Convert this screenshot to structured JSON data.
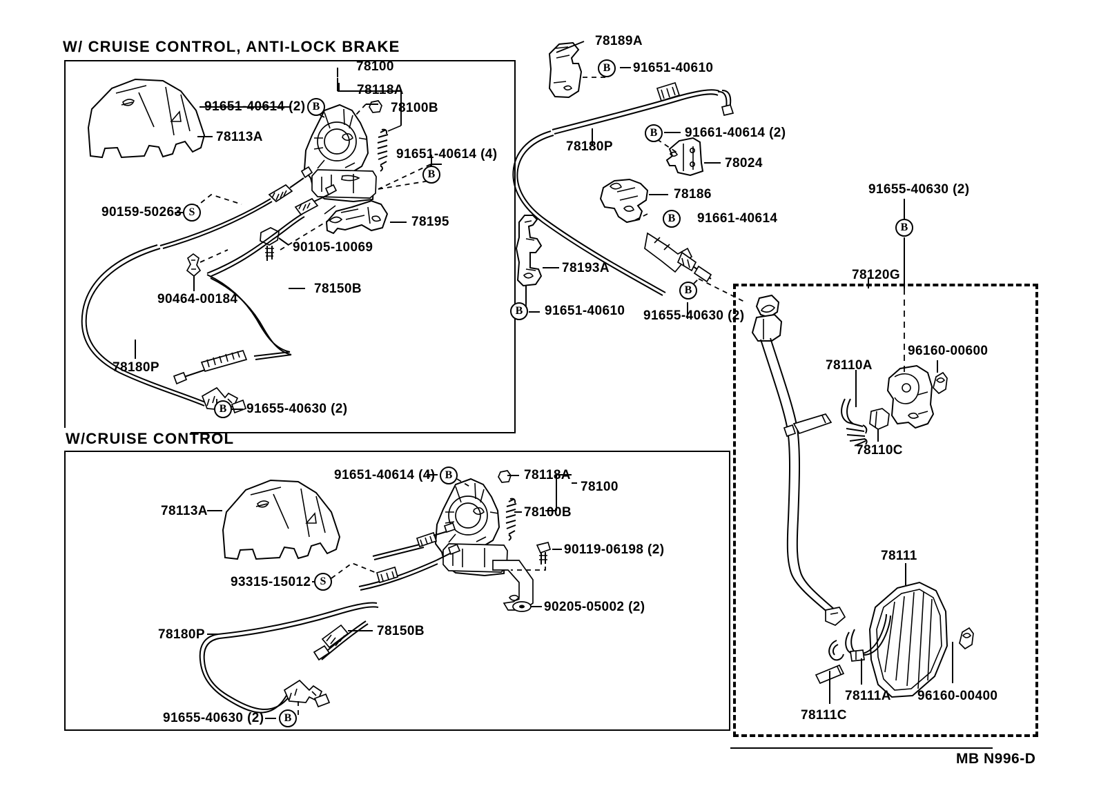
{
  "diagram": {
    "footer_code": "MB N996-D",
    "panels": [
      {
        "id": "panel1",
        "title": "W/ CRUISE CONTROL, ANTI-LOCK BRAKE"
      },
      {
        "id": "panel2",
        "title": "W/CRUISE CONTROL"
      },
      {
        "id": "panel3",
        "title": ""
      }
    ]
  },
  "panel1_labels": {
    "l_78113A": "78113A",
    "l_91651_40614_2": "91651-40614 (2)",
    "l_78100": "78100",
    "l_78118A": "78118A",
    "l_78100B": "78100B",
    "l_91651_40614_4": "91651-40614 (4)",
    "l_90159_50263": "90159-50263",
    "l_78195": "78195",
    "l_90105_10069": "90105-10069",
    "l_90464_00184": "90464-00184",
    "l_78150B": "78150B",
    "l_78180P": "78180P",
    "l_91655_40630_2": "91655-40630 (2)",
    "b_mark": "B",
    "s_mark": "S"
  },
  "panel2_labels": {
    "l_78113A": "78113A",
    "l_91651_40614_4": "91651-40614 (4)",
    "l_78118A": "78118A",
    "l_78100": "78100",
    "l_78100B": "78100B",
    "l_90119_06198_2": "90119-06198 (2)",
    "l_93315_15012": "93315-15012",
    "l_90205_05002_2": "90205-05002 (2)",
    "l_78150B": "78150B",
    "l_78180P": "78180P",
    "l_91655_40630_2": "91655-40630 (2)",
    "b_mark": "B",
    "s_mark": "S"
  },
  "center_labels": {
    "l_78189A": "78189A",
    "l_91651_40610_top": "91651-40610",
    "l_78180P": "78180P",
    "l_91661_40614_2": "91661-40614 (2)",
    "l_78024": "78024",
    "l_78186": "78186",
    "l_91661_40614": "91661-40614",
    "l_78193A": "78193A",
    "l_91651_40610_bot": "91651-40610",
    "l_91655_40630_2": "91655-40630 (2)",
    "b_mark": "B"
  },
  "panel3_labels": {
    "l_91655_40630_2": "91655-40630 (2)",
    "l_78120G": "78120G",
    "l_96160_00600": "96160-00600",
    "l_78110A": "78110A",
    "l_78110C": "78110C",
    "l_78111": "78111",
    "l_78111A": "78111A",
    "l_78111C": "78111C",
    "l_96160_00400": "96160-00400",
    "b_mark": "B"
  },
  "colors": {
    "ink": "#000000",
    "paper": "#ffffff"
  }
}
